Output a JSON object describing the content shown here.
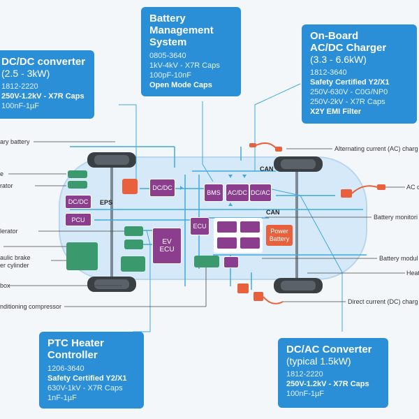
{
  "callouts": {
    "dcdc": {
      "title": "DC/DC converter",
      "subtitle": "(2.5 - 3kW)",
      "line1": "1812-2220",
      "line2": "250V-1.2kV - X7R Caps",
      "line3": "100nF-1µF"
    },
    "bms": {
      "title1": "Battery",
      "title2": "Management",
      "title3": "System",
      "line1": "0805-3640",
      "line2": "1kV-4kV - X7R Caps",
      "line3": "100pF-10nF",
      "line4": "Open Mode Caps"
    },
    "charger": {
      "title1": "On-Board",
      "title2": "AC/DC Charger",
      "subtitle": "(3.3 - 6.6kW)",
      "line1": "1812-3640",
      "line2": "Safety Certified Y2/X1",
      "line3": "250V-630V - C0G/NP0",
      "line4": "250V-2kV - X7R Caps",
      "line5": "X2Y EMI Filter"
    },
    "ptc": {
      "title1": "PTC Heater",
      "title2": "Controller",
      "line1": "1206-3640",
      "line2": "Safety Certified Y2/X1",
      "line3": "630V-1kV - X7R Caps",
      "line4": "1nF-1µF"
    },
    "dcac": {
      "title": "DC/AC Converter",
      "subtitle": "(typical 1.5kW)",
      "line1": "1812-2220",
      "line2": "250V-1.2kV - X7R Caps",
      "line3": "100nF-1µF"
    }
  },
  "labels": {
    "left": [
      "ary battery",
      "e",
      "rator",
      "lerator",
      "",
      "aulic brake",
      "er cylinder",
      "box",
      "nditioning compressor"
    ],
    "right": [
      "Alternating current (AC) charg",
      "AC c",
      "Battery monitori",
      "Battery modul",
      "Heat",
      "Direct current (DC) charg"
    ]
  },
  "blocks": {
    "dcdc_a": "DC/DC",
    "dcdc_b": "DC/DC",
    "pcu": "PCU",
    "eps": "EPS",
    "ev_ecu": "EV ECU",
    "ecu": "ECU",
    "bms": "BMS",
    "acdc": "AC/DC",
    "dcac": "DC/AC",
    "power_battery": "Power Battery",
    "can_top": "CAN",
    "can_mid": "CAN"
  },
  "colors": {
    "callout": "#2a8fd6",
    "purple": "#8b3d8e",
    "green": "#3a9a6e",
    "orange": "#e8603c",
    "wire": "#3fa9e0",
    "car_body": "#d6e9f8"
  }
}
